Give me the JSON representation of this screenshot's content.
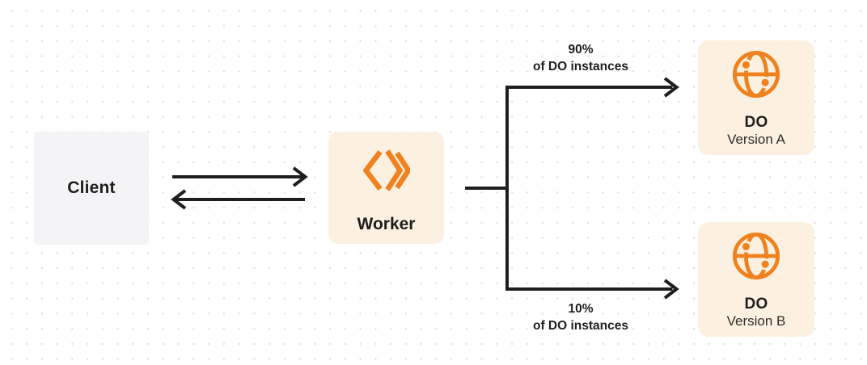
{
  "theme": {
    "canvas-bg": "#ffffff",
    "dot-color": "#e5e5e5",
    "ink": "#1f1e1c",
    "accent": "#f0811f",
    "cream": "#fcf1e0",
    "client-bg": "#f4f4f6",
    "version-color": "#2e2c28"
  },
  "nodes": {
    "client": {
      "label": "Client"
    },
    "worker": {
      "label": "Worker",
      "icon": "cloudflare-workers-chevrons"
    },
    "do_a": {
      "label": "DO",
      "version": "Version A",
      "icon": "globe-with-nodes"
    },
    "do_b": {
      "label": "DO",
      "version": "Version B",
      "icon": "globe-with-nodes"
    }
  },
  "branches": {
    "top": {
      "percent": "90%",
      "caption": "of DO instances"
    },
    "bottom": {
      "percent": "10%",
      "caption": "of DO instances"
    }
  }
}
